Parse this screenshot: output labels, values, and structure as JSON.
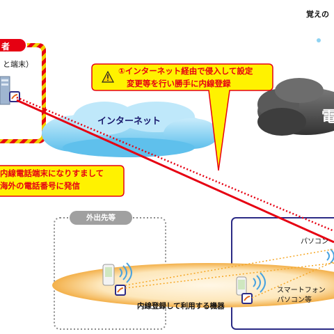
{
  "attacker": {
    "label_partial": "者",
    "device_label_partial": "と端末）"
  },
  "callout_1": {
    "marker": "①",
    "line1": "インターネット経由で侵入して設定",
    "line2": "変更等を行い勝手に内線登録"
  },
  "callout_2": {
    "line1": "内線電話端末になりすまして",
    "line2": "海外の電話番号に発信"
  },
  "internet_cloud": {
    "label": "インターネット"
  },
  "phone_network_cloud": {
    "label_partial": "電"
  },
  "top_right_label": "覚えの",
  "outside_box": {
    "label": "外出先等"
  },
  "extension_ellipse": {
    "label": "内線登録して利用する機器"
  },
  "office_box": {
    "pc_label": "パソコン",
    "smartphone_line1": "スマートフォン",
    "smartphone_line2": "パソコン等"
  },
  "colors": {
    "attack_red": "#e60012",
    "callout_yellow": "#fff200",
    "cloud_blue": "#8fd3f2",
    "ellipse_orange": "#f7c36b",
    "office_border": "#2b2a85",
    "gray_pill": "#a0a0a0"
  }
}
